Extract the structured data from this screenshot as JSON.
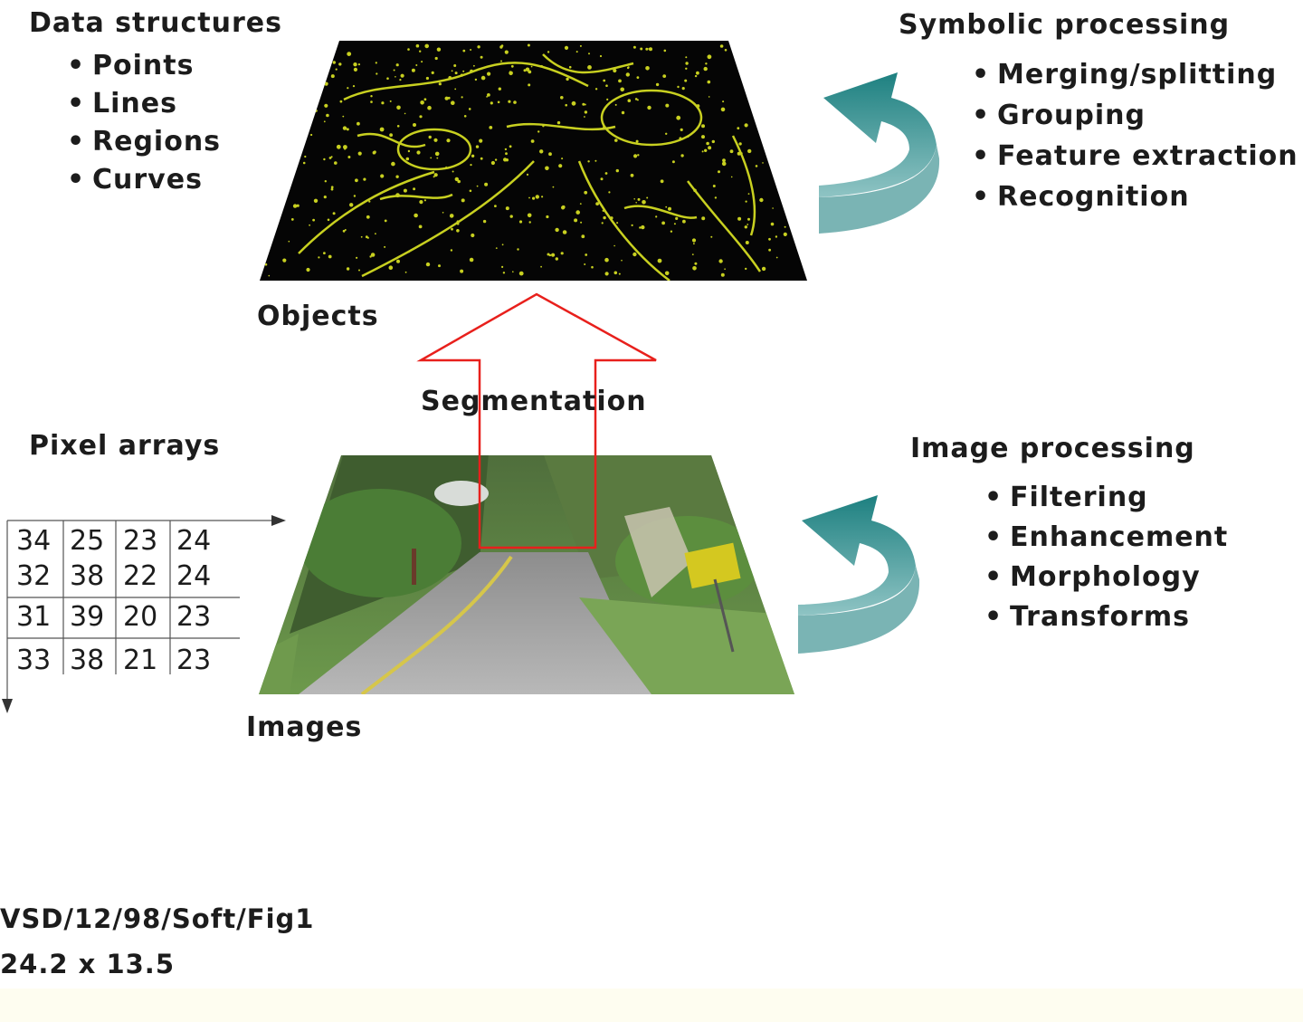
{
  "data_structures": {
    "title": "Data structures",
    "items": [
      "Points",
      "Lines",
      "Regions",
      "Curves"
    ]
  },
  "symbolic_processing": {
    "title": "Symbolic processing",
    "items": [
      "Merging/splitting",
      "Grouping",
      "Feature extraction",
      "Recognition"
    ]
  },
  "objects_label": "Objects",
  "segmentation_label": "Segmentation",
  "pixel_arrays": {
    "title": "Pixel arrays",
    "rows": [
      [
        "34",
        "25",
        "23",
        "24"
      ],
      [
        "32",
        "38",
        "22",
        "24"
      ],
      [
        "31",
        "39",
        "20",
        "23"
      ],
      [
        "33",
        "38",
        "21",
        "23"
      ]
    ]
  },
  "image_processing": {
    "title": "Image processing",
    "items": [
      "Filtering",
      "Enhancement",
      "Morphology",
      "Transforms"
    ]
  },
  "images_label": "Images",
  "caption": {
    "line1": "VSD/12/98/Soft/Fig1",
    "line2": "24.2 x 13.5"
  },
  "colors": {
    "arrow_teal": "#1f8585",
    "segmentation_arrow": "#e8201c",
    "edge_lines": "#c8d020",
    "objects_plane": "#050505"
  }
}
